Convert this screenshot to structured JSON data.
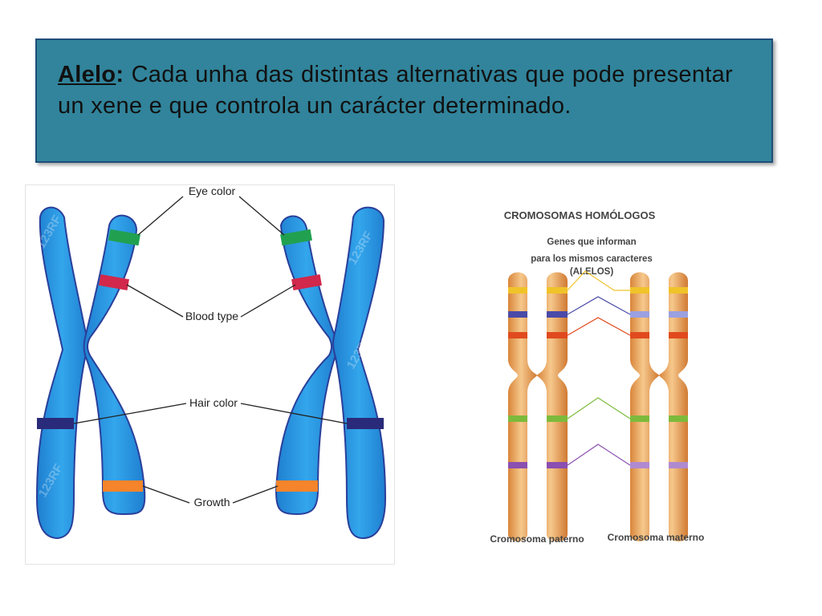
{
  "definition": {
    "term": "Alelo",
    "colon": ":",
    "text": " Cada unha das distintas alternativas que pode presentar un xene e que controla un carácter determinado."
  },
  "left_diagram": {
    "labels": {
      "eye_color": "Eye color",
      "blood_type": "Blood type",
      "hair_color": "Hair color",
      "growth": "Growth"
    },
    "watermark": "123RF",
    "colors": {
      "chromosome": "#2f9be0",
      "chromosome_outline": "#2a3f9a",
      "eye_band": "#21a150",
      "blood_band": "#d1284b",
      "hair_band": "#2a2a7a",
      "growth_band": "#f5842a"
    }
  },
  "right_diagram": {
    "title": "CROMOSOMAS HOMÓLOGOS",
    "subtitle_line1": "Genes que informan",
    "subtitle_line2": "para los mismos caracteres",
    "subtitle_line3": "(ALELOS)",
    "label_paternal": "Cromosoma paterno",
    "label_maternal": "Cromosoma materno",
    "colors": {
      "chromosome": "#e8a259",
      "band_yellow": "#f0c32a",
      "band_blue": "#4a4aa8",
      "band_red": "#e04a1e",
      "band_green": "#7dba3c",
      "band_purple": "#8a4fb0"
    }
  }
}
